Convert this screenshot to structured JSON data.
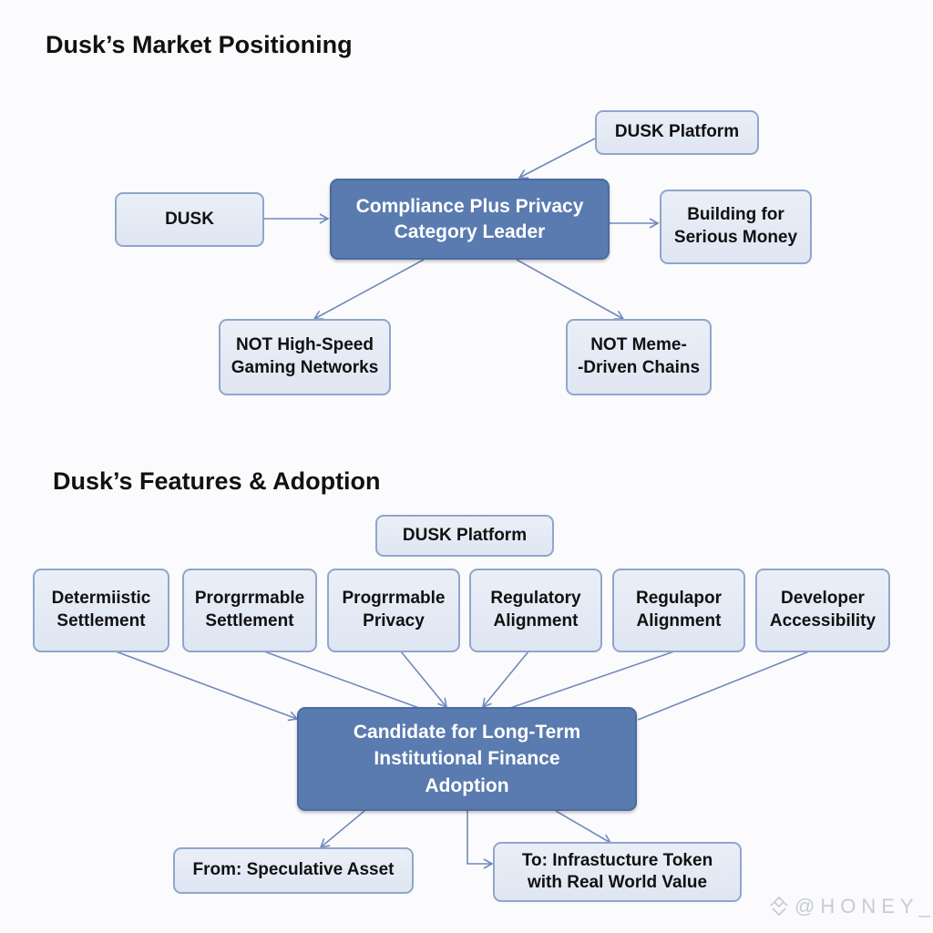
{
  "section1": {
    "title": "Dusk’s Market Positioning",
    "nodes": {
      "dusk": "DUSK",
      "platform": "DUSK Platform",
      "center": "Compliance Plus Privacy\nCategory Leader",
      "serious_money": "Building for\nSerious Money",
      "not_gaming": "NOT High-Speed\nGaming Networks",
      "not_meme": "NOT Meme-\n-Driven Chains"
    }
  },
  "section2": {
    "title": "Dusk’s Features & Adoption",
    "platform": "DUSK Platform",
    "features": [
      "Determiistic\nSettlement",
      "Prorgrrmable\nSettlement",
      "Progrrmable\nPrivacy",
      "Regulatory\nAlignment",
      "Regulapor\nAlignment",
      "Developer\nAccessibility"
    ],
    "center": "Candidate for Long-Term\nInstitutional Finance\nAdoption",
    "from": "From: Speculative Asset",
    "to": "To: Infrastucture Token\nwith Real World Value"
  },
  "watermark": "@HONEY_",
  "colors": {
    "node_fill": "#e4eaf4",
    "node_border": "#8fa6cc",
    "center_fill": "#5a7bb0",
    "edge": "#7089bb"
  }
}
